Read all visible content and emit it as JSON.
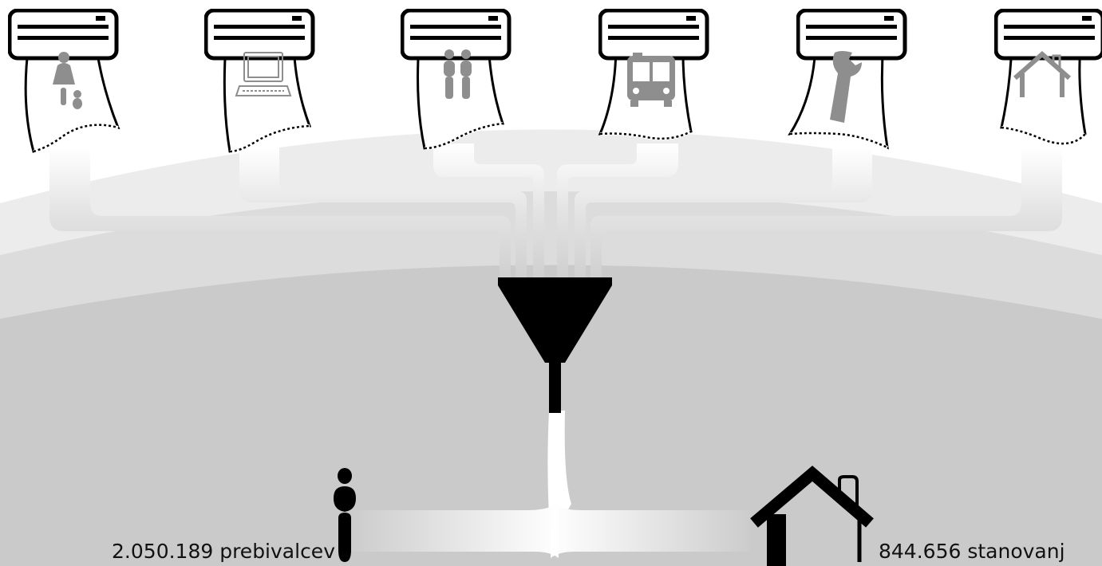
{
  "diagram": {
    "sources": [
      {
        "name": "births-and-deaths",
        "icon": "mother-and-baby-icon"
      },
      {
        "name": "employment",
        "icon": "computer-icon"
      },
      {
        "name": "population-register",
        "icon": "couple-icon"
      },
      {
        "name": "transport",
        "icon": "bus-icon"
      },
      {
        "name": "activity",
        "icon": "wrench-icon"
      },
      {
        "name": "dwellings",
        "icon": "house-icon"
      }
    ],
    "center": {
      "icon": "funnel-icon"
    },
    "outputs": {
      "population": {
        "label": "2.050.189 prebivalcev",
        "icon": "person-icon"
      },
      "dwellings": {
        "label": "844.656 stanovanj",
        "icon": "house-outline-icon"
      }
    }
  },
  "colors": {
    "background_light": "#ffffff",
    "band_light": "#e4e4e4",
    "band_mid": "#d4d4d4",
    "band_dark": "#c4c4c4",
    "pipe": "#cccccc",
    "icon_gray": "#8e8e8e",
    "ink": "#000000"
  }
}
